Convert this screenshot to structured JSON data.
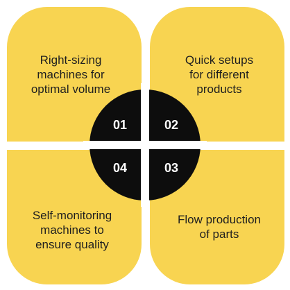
{
  "items": [
    {
      "number": "01",
      "label": "Right-sizing\nmachines for\noptimal volume"
    },
    {
      "number": "02",
      "label": "Quick setups\nfor different\nproducts"
    },
    {
      "number": "04",
      "label": "Self-monitoring\nmachines to\nensure quality"
    },
    {
      "number": "03",
      "label": "Flow production\nof parts"
    }
  ],
  "colors": {
    "petal": "#f8d451",
    "hub": "#0d0d0d",
    "hub_text": "#ffffff",
    "background": "#ffffff"
  }
}
